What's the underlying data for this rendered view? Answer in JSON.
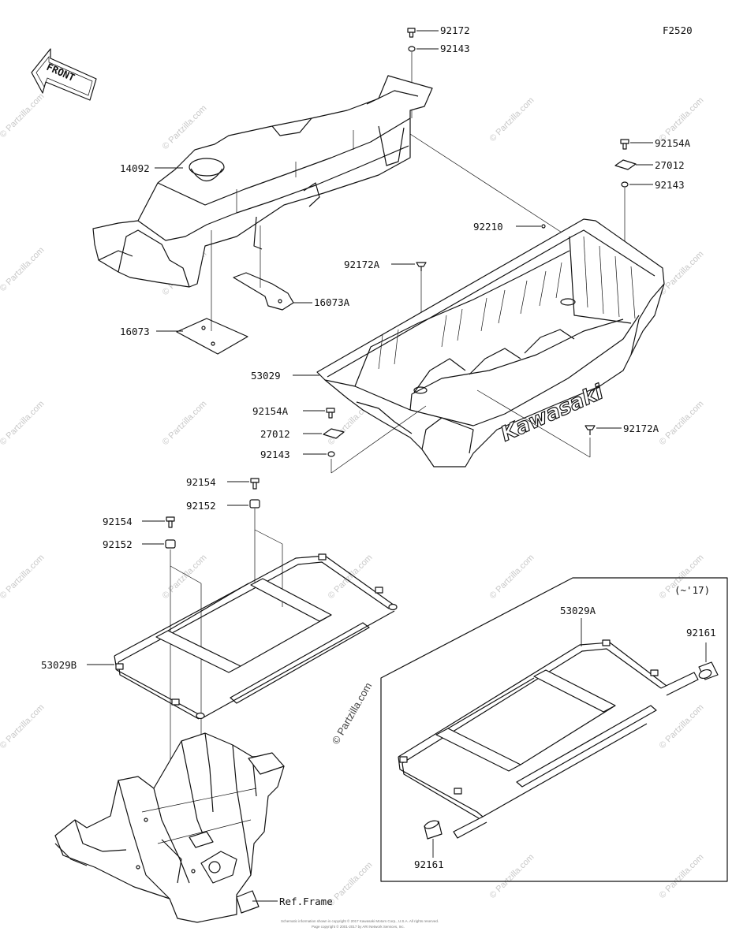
{
  "diagram": {
    "figure_code": "F2520",
    "front_arrow_label": "FRONT",
    "brand_text": "Kawasaki",
    "watermark": "© Partzilla.com",
    "date_note": "(~'17)",
    "ref_label": "Ref.Frame",
    "footer_fine_print": [
      "Schematic information shown is copyright © 2017 Kawasaki Motors Corp., U.S.A. All rights reserved.",
      "Page copyright © 2001-2017 by ARI Network Services, Inc."
    ],
    "labels": {
      "top_92172": "92172",
      "top_92143": "92143",
      "p14092": "14092",
      "p16073": "16073",
      "p16073A": "16073A",
      "r_92154A": "92154A",
      "r_27012": "27012",
      "r_92143": "92143",
      "p92210": "92210",
      "p92172A_top": "92172A",
      "p53029": "53029",
      "l_92154A": "92154A",
      "l_27012": "27012",
      "l_92143": "92143",
      "p92172A_right": "92172A",
      "u_92154": "92154",
      "u_92152": "92152",
      "m_92154": "92154",
      "m_92152": "92152",
      "p53029B": "53029B",
      "p53029A": "53029A",
      "p92161_top": "92161",
      "p92161_bottom": "92161"
    }
  }
}
